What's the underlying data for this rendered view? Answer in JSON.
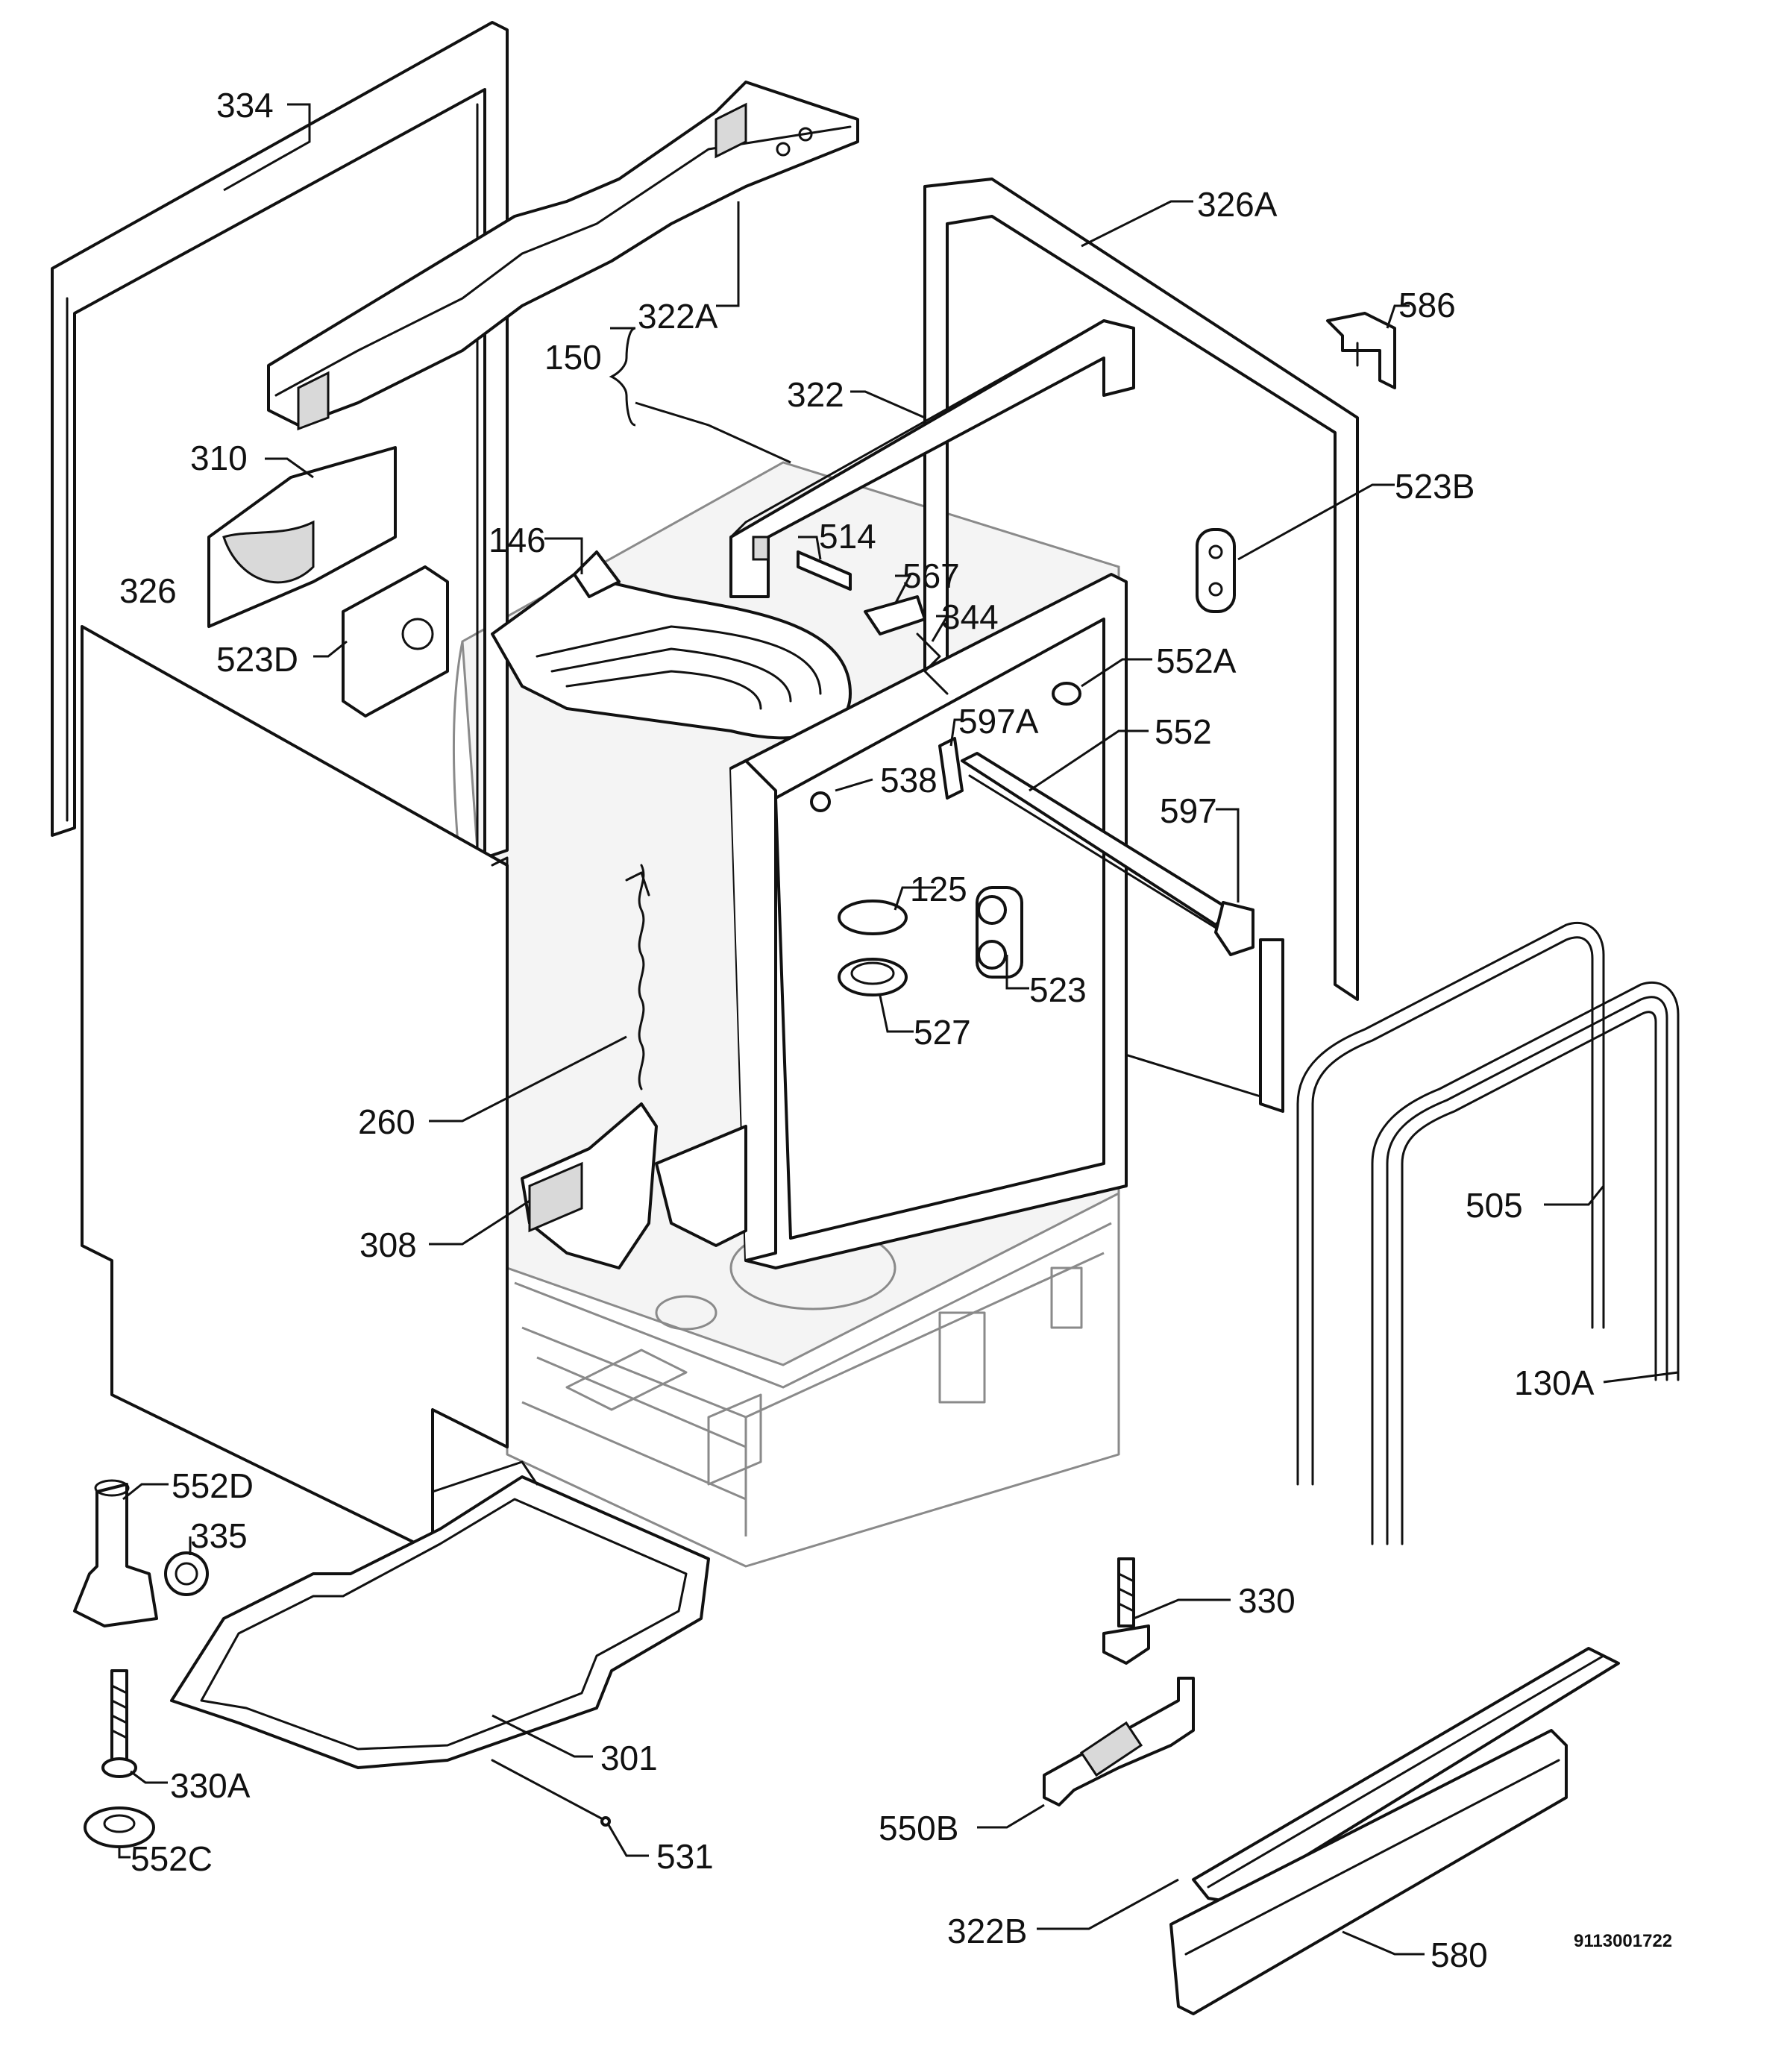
{
  "document_number": "9113001722",
  "labels": {
    "l334": "334",
    "l322A": "322A",
    "l150": "150",
    "l326A": "326A",
    "l586": "586",
    "l322": "322",
    "l310": "310",
    "l146": "146",
    "l514": "514",
    "l523B": "523B",
    "l326": "326",
    "l567": "567",
    "l344": "344",
    "l523D": "523D",
    "l552A": "552A",
    "l597A": "597A",
    "l552": "552",
    "l538": "538",
    "l597": "597",
    "l125": "125",
    "l523": "523",
    "l527": "527",
    "l260": "260",
    "l308": "308",
    "l505": "505",
    "l130A": "130A",
    "l552D": "552D",
    "l335": "335",
    "l330": "330",
    "l301": "301",
    "l330A": "330A",
    "l550B": "550B",
    "l552C": "552C",
    "l531": "531",
    "l322B": "322B",
    "l580": "580"
  }
}
